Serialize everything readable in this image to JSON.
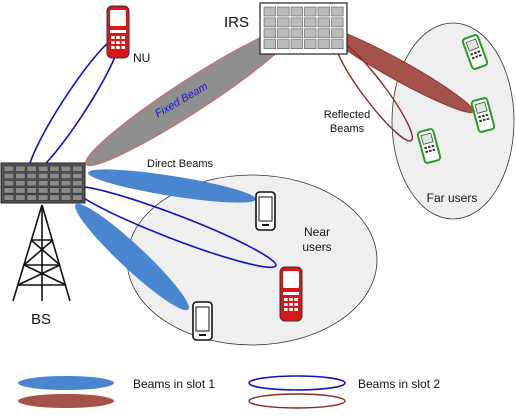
{
  "labels": {
    "irs": "IRS",
    "nu": "NU",
    "bs": "BS",
    "fixed_beam": "Fixed Beam",
    "direct_beams": "Direct Beams",
    "reflected_beams_line1": "Reflected",
    "reflected_beams_line2": "Beams",
    "near_users_line1": "Near",
    "near_users_line2": "users",
    "far_users": "Far users"
  },
  "legend": {
    "slot1": "Beams in slot 1",
    "slot2": "Beams in slot 2"
  },
  "colors": {
    "beam_slot1_blue": "#4a86d0",
    "beam_slot2_blue_outline": "#1010c8",
    "beam_slot1_red": "#a5524a",
    "beam_slot2_red_outline": "#8b2a25",
    "fixed_beam_fill": "#8f8f8f",
    "fixed_beam_outline": "#c87070",
    "fixed_beam_text": "#1a1ad0",
    "region_fill": "#efefef",
    "phone_red": "#d81818",
    "phone_green": "#2a9a2a"
  }
}
